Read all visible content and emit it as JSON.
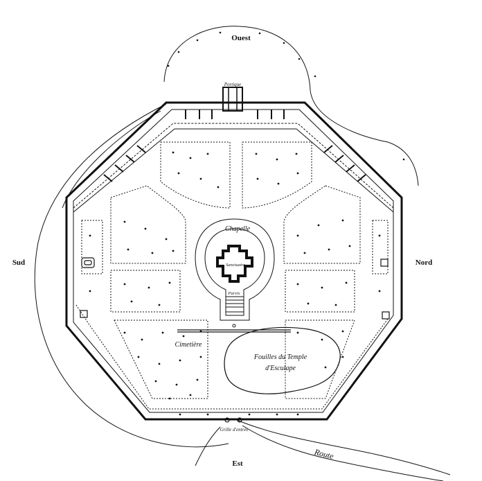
{
  "compass": {
    "west": "Ouest",
    "south": "Sud",
    "north": "Nord",
    "east": "Est"
  },
  "labels": {
    "portique": "Portique",
    "chapelle": "Chapelle",
    "sanctuaire": "Sanctuaire",
    "parvis": "Parvis",
    "cimetiere": "Cimetière",
    "fouilles_line1": "Fouilles du Temple",
    "fouilles_line2": "d'Esculape",
    "grille": "Grille d'entrée",
    "route": "Route"
  }
}
